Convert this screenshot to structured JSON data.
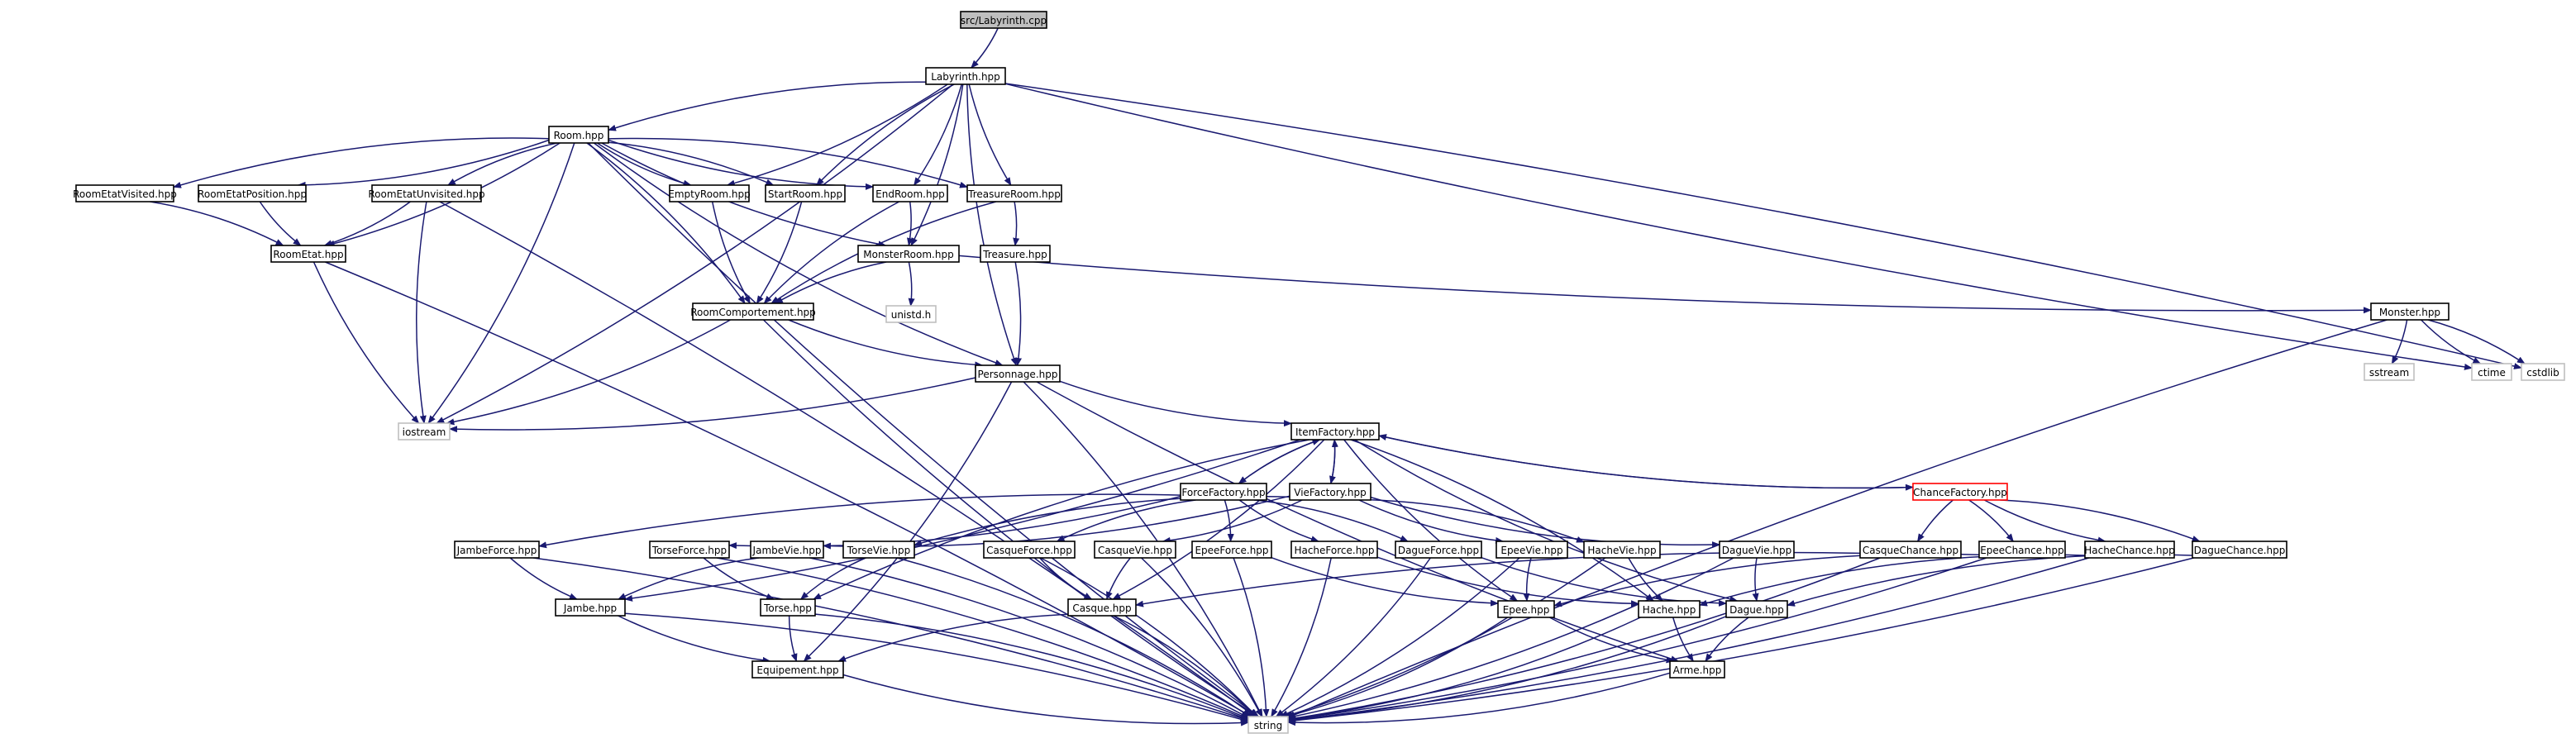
{
  "colors": {
    "edge": "#191970",
    "node_border": "#000000",
    "external_border": "#bfbfbf",
    "highlight_border": "#ff0000",
    "root_fill": "#bfbfbf",
    "node_fill": "#ffffff",
    "text": "#000000"
  },
  "nodes": [
    {
      "id": "labyrinth_cpp",
      "label": "src/Labyrinth.cpp",
      "kind": "root"
    },
    {
      "id": "labyrinth_hpp",
      "label": "Labyrinth.hpp",
      "kind": "normal"
    },
    {
      "id": "room_hpp",
      "label": "Room.hpp",
      "kind": "normal"
    },
    {
      "id": "roometatvisited",
      "label": "RoomEtatVisited.hpp",
      "kind": "normal"
    },
    {
      "id": "roometatposition",
      "label": "RoomEtatPosition.hpp",
      "kind": "normal"
    },
    {
      "id": "roometatunvisited",
      "label": "RoomEtatUnvisited.hpp",
      "kind": "normal"
    },
    {
      "id": "emptyroom",
      "label": "EmptyRoom.hpp",
      "kind": "normal"
    },
    {
      "id": "startroom",
      "label": "StartRoom.hpp",
      "kind": "normal"
    },
    {
      "id": "endroom",
      "label": "EndRoom.hpp",
      "kind": "normal"
    },
    {
      "id": "treasureroom",
      "label": "TreasureRoom.hpp",
      "kind": "normal"
    },
    {
      "id": "roometat",
      "label": "RoomEtat.hpp",
      "kind": "normal"
    },
    {
      "id": "monsterroom",
      "label": "MonsterRoom.hpp",
      "kind": "normal"
    },
    {
      "id": "treasure",
      "label": "Treasure.hpp",
      "kind": "normal"
    },
    {
      "id": "unistd",
      "label": "unistd.h",
      "kind": "external"
    },
    {
      "id": "roomcomportement",
      "label": "RoomComportement.hpp",
      "kind": "normal"
    },
    {
      "id": "monster",
      "label": "Monster.hpp",
      "kind": "normal"
    },
    {
      "id": "sstream",
      "label": "sstream",
      "kind": "external"
    },
    {
      "id": "ctime",
      "label": "ctime",
      "kind": "external"
    },
    {
      "id": "cstdlib",
      "label": "cstdlib",
      "kind": "external"
    },
    {
      "id": "personnage",
      "label": "Personnage.hpp",
      "kind": "normal"
    },
    {
      "id": "iostream",
      "label": "iostream",
      "kind": "external"
    },
    {
      "id": "itemfactory",
      "label": "ItemFactory.hpp",
      "kind": "normal"
    },
    {
      "id": "forcefactory",
      "label": "ForceFactory.hpp",
      "kind": "normal"
    },
    {
      "id": "viefactory",
      "label": "VieFactory.hpp",
      "kind": "normal"
    },
    {
      "id": "chancefactory",
      "label": "ChanceFactory.hpp",
      "kind": "highlight"
    },
    {
      "id": "jambeforce",
      "label": "JambeForce.hpp",
      "kind": "normal"
    },
    {
      "id": "torseforce",
      "label": "TorseForce.hpp",
      "kind": "normal"
    },
    {
      "id": "jambevie",
      "label": "JambeVie.hpp",
      "kind": "normal"
    },
    {
      "id": "torsevie",
      "label": "TorseVie.hpp",
      "kind": "normal"
    },
    {
      "id": "casqueforce",
      "label": "CasqueForce.hpp",
      "kind": "normal"
    },
    {
      "id": "casquevie",
      "label": "CasqueVie.hpp",
      "kind": "normal"
    },
    {
      "id": "epeeforce",
      "label": "EpeeForce.hpp",
      "kind": "normal"
    },
    {
      "id": "hacheforce",
      "label": "HacheForce.hpp",
      "kind": "normal"
    },
    {
      "id": "dagueforce",
      "label": "DagueForce.hpp",
      "kind": "normal"
    },
    {
      "id": "epeevie",
      "label": "EpeeVie.hpp",
      "kind": "normal"
    },
    {
      "id": "hachevie",
      "label": "HacheVie.hpp",
      "kind": "normal"
    },
    {
      "id": "daguevie",
      "label": "DagueVie.hpp",
      "kind": "normal"
    },
    {
      "id": "casquechance",
      "label": "CasqueChance.hpp",
      "kind": "normal"
    },
    {
      "id": "epeechance",
      "label": "EpeeChance.hpp",
      "kind": "normal"
    },
    {
      "id": "hachechance",
      "label": "HacheChance.hpp",
      "kind": "normal"
    },
    {
      "id": "daguechance",
      "label": "DagueChance.hpp",
      "kind": "normal"
    },
    {
      "id": "jambe",
      "label": "Jambe.hpp",
      "kind": "normal"
    },
    {
      "id": "torse",
      "label": "Torse.hpp",
      "kind": "normal"
    },
    {
      "id": "casque",
      "label": "Casque.hpp",
      "kind": "normal"
    },
    {
      "id": "epee",
      "label": "Epee.hpp",
      "kind": "normal"
    },
    {
      "id": "hache",
      "label": "Hache.hpp",
      "kind": "normal"
    },
    {
      "id": "dague",
      "label": "Dague.hpp",
      "kind": "normal"
    },
    {
      "id": "equipement",
      "label": "Equipement.hpp",
      "kind": "normal"
    },
    {
      "id": "arme",
      "label": "Arme.hpp",
      "kind": "normal"
    },
    {
      "id": "string",
      "label": "string",
      "kind": "external"
    }
  ],
  "edges": [
    [
      "labyrinth_cpp",
      "labyrinth_hpp"
    ],
    [
      "labyrinth_hpp",
      "room_hpp"
    ],
    [
      "labyrinth_hpp",
      "emptyroom"
    ],
    [
      "labyrinth_hpp",
      "startroom"
    ],
    [
      "labyrinth_hpp",
      "endroom"
    ],
    [
      "labyrinth_hpp",
      "treasureroom"
    ],
    [
      "labyrinth_hpp",
      "monsterroom"
    ],
    [
      "labyrinth_hpp",
      "personnage"
    ],
    [
      "labyrinth_hpp",
      "iostream"
    ],
    [
      "labyrinth_hpp",
      "ctime"
    ],
    [
      "labyrinth_hpp",
      "cstdlib"
    ],
    [
      "room_hpp",
      "roometatvisited"
    ],
    [
      "room_hpp",
      "roometatposition"
    ],
    [
      "room_hpp",
      "roometatunvisited"
    ],
    [
      "room_hpp",
      "roometat"
    ],
    [
      "room_hpp",
      "emptyroom"
    ],
    [
      "room_hpp",
      "startroom"
    ],
    [
      "room_hpp",
      "endroom"
    ],
    [
      "room_hpp",
      "treasureroom"
    ],
    [
      "room_hpp",
      "monsterroom"
    ],
    [
      "room_hpp",
      "roomcomportement"
    ],
    [
      "room_hpp",
      "personnage"
    ],
    [
      "room_hpp",
      "iostream"
    ],
    [
      "room_hpp",
      "string"
    ],
    [
      "roometatvisited",
      "roometat"
    ],
    [
      "roometatposition",
      "roometat"
    ],
    [
      "roometatunvisited",
      "roometat"
    ],
    [
      "roometatunvisited",
      "iostream"
    ],
    [
      "roometatunvisited",
      "string"
    ],
    [
      "roometat",
      "iostream"
    ],
    [
      "roometat",
      "string"
    ],
    [
      "emptyroom",
      "roomcomportement"
    ],
    [
      "startroom",
      "roomcomportement"
    ],
    [
      "endroom",
      "roomcomportement"
    ],
    [
      "endroom",
      "monsterroom"
    ],
    [
      "treasureroom",
      "roomcomportement"
    ],
    [
      "treasureroom",
      "treasure"
    ],
    [
      "monsterroom",
      "roomcomportement"
    ],
    [
      "monsterroom",
      "unistd"
    ],
    [
      "monsterroom",
      "monster"
    ],
    [
      "treasure",
      "personnage"
    ],
    [
      "roomcomportement",
      "personnage"
    ],
    [
      "roomcomportement",
      "iostream"
    ],
    [
      "roomcomportement",
      "string"
    ],
    [
      "monster",
      "sstream"
    ],
    [
      "monster",
      "ctime"
    ],
    [
      "monster",
      "cstdlib"
    ],
    [
      "monster",
      "string"
    ],
    [
      "personnage",
      "iostream"
    ],
    [
      "personnage",
      "itemfactory"
    ],
    [
      "personnage",
      "equipement"
    ],
    [
      "personnage",
      "arme"
    ],
    [
      "personnage",
      "string"
    ],
    [
      "itemfactory",
      "forcefactory"
    ],
    [
      "itemfactory",
      "viefactory"
    ],
    [
      "itemfactory",
      "chancefactory"
    ],
    [
      "itemfactory",
      "jambe"
    ],
    [
      "itemfactory",
      "torse"
    ],
    [
      "itemfactory",
      "casque"
    ],
    [
      "itemfactory",
      "epee"
    ],
    [
      "itemfactory",
      "hache"
    ],
    [
      "itemfactory",
      "dague"
    ],
    [
      "forcefactory",
      "itemfactory"
    ],
    [
      "forcefactory",
      "jambeforce"
    ],
    [
      "forcefactory",
      "torseforce"
    ],
    [
      "forcefactory",
      "casqueforce"
    ],
    [
      "forcefactory",
      "epeeforce"
    ],
    [
      "forcefactory",
      "hacheforce"
    ],
    [
      "forcefactory",
      "dagueforce"
    ],
    [
      "viefactory",
      "itemfactory"
    ],
    [
      "viefactory",
      "jambevie"
    ],
    [
      "viefactory",
      "torsevie"
    ],
    [
      "viefactory",
      "casquevie"
    ],
    [
      "viefactory",
      "epeevie"
    ],
    [
      "viefactory",
      "hachevie"
    ],
    [
      "viefactory",
      "daguevie"
    ],
    [
      "chancefactory",
      "itemfactory"
    ],
    [
      "chancefactory",
      "casquechance"
    ],
    [
      "chancefactory",
      "epeechance"
    ],
    [
      "chancefactory",
      "hachechance"
    ],
    [
      "chancefactory",
      "daguechance"
    ],
    [
      "jambeforce",
      "jambe"
    ],
    [
      "jambeforce",
      "string"
    ],
    [
      "torseforce",
      "torse"
    ],
    [
      "torseforce",
      "string"
    ],
    [
      "jambevie",
      "jambe"
    ],
    [
      "jambevie",
      "string"
    ],
    [
      "torsevie",
      "torse"
    ],
    [
      "torsevie",
      "string"
    ],
    [
      "casqueforce",
      "casque"
    ],
    [
      "casqueforce",
      "string"
    ],
    [
      "casquevie",
      "casque"
    ],
    [
      "casquevie",
      "string"
    ],
    [
      "epeeforce",
      "epee"
    ],
    [
      "epeeforce",
      "string"
    ],
    [
      "hacheforce",
      "hache"
    ],
    [
      "hacheforce",
      "string"
    ],
    [
      "dagueforce",
      "dague"
    ],
    [
      "dagueforce",
      "string"
    ],
    [
      "epeevie",
      "epee"
    ],
    [
      "epeevie",
      "string"
    ],
    [
      "hachevie",
      "hache"
    ],
    [
      "hachevie",
      "string"
    ],
    [
      "daguevie",
      "dague"
    ],
    [
      "daguevie",
      "string"
    ],
    [
      "casquechance",
      "casque"
    ],
    [
      "casquechance",
      "string"
    ],
    [
      "epeechance",
      "epee"
    ],
    [
      "epeechance",
      "string"
    ],
    [
      "hachechance",
      "hache"
    ],
    [
      "hachechance",
      "string"
    ],
    [
      "daguechance",
      "dague"
    ],
    [
      "daguechance",
      "string"
    ],
    [
      "jambe",
      "equipement"
    ],
    [
      "jambe",
      "string"
    ],
    [
      "torse",
      "equipement"
    ],
    [
      "torse",
      "string"
    ],
    [
      "casque",
      "equipement"
    ],
    [
      "casque",
      "string"
    ],
    [
      "epee",
      "arme"
    ],
    [
      "epee",
      "string"
    ],
    [
      "hache",
      "arme"
    ],
    [
      "hache",
      "string"
    ],
    [
      "dague",
      "arme"
    ],
    [
      "dague",
      "string"
    ],
    [
      "equipement",
      "string"
    ],
    [
      "arme",
      "string"
    ]
  ]
}
